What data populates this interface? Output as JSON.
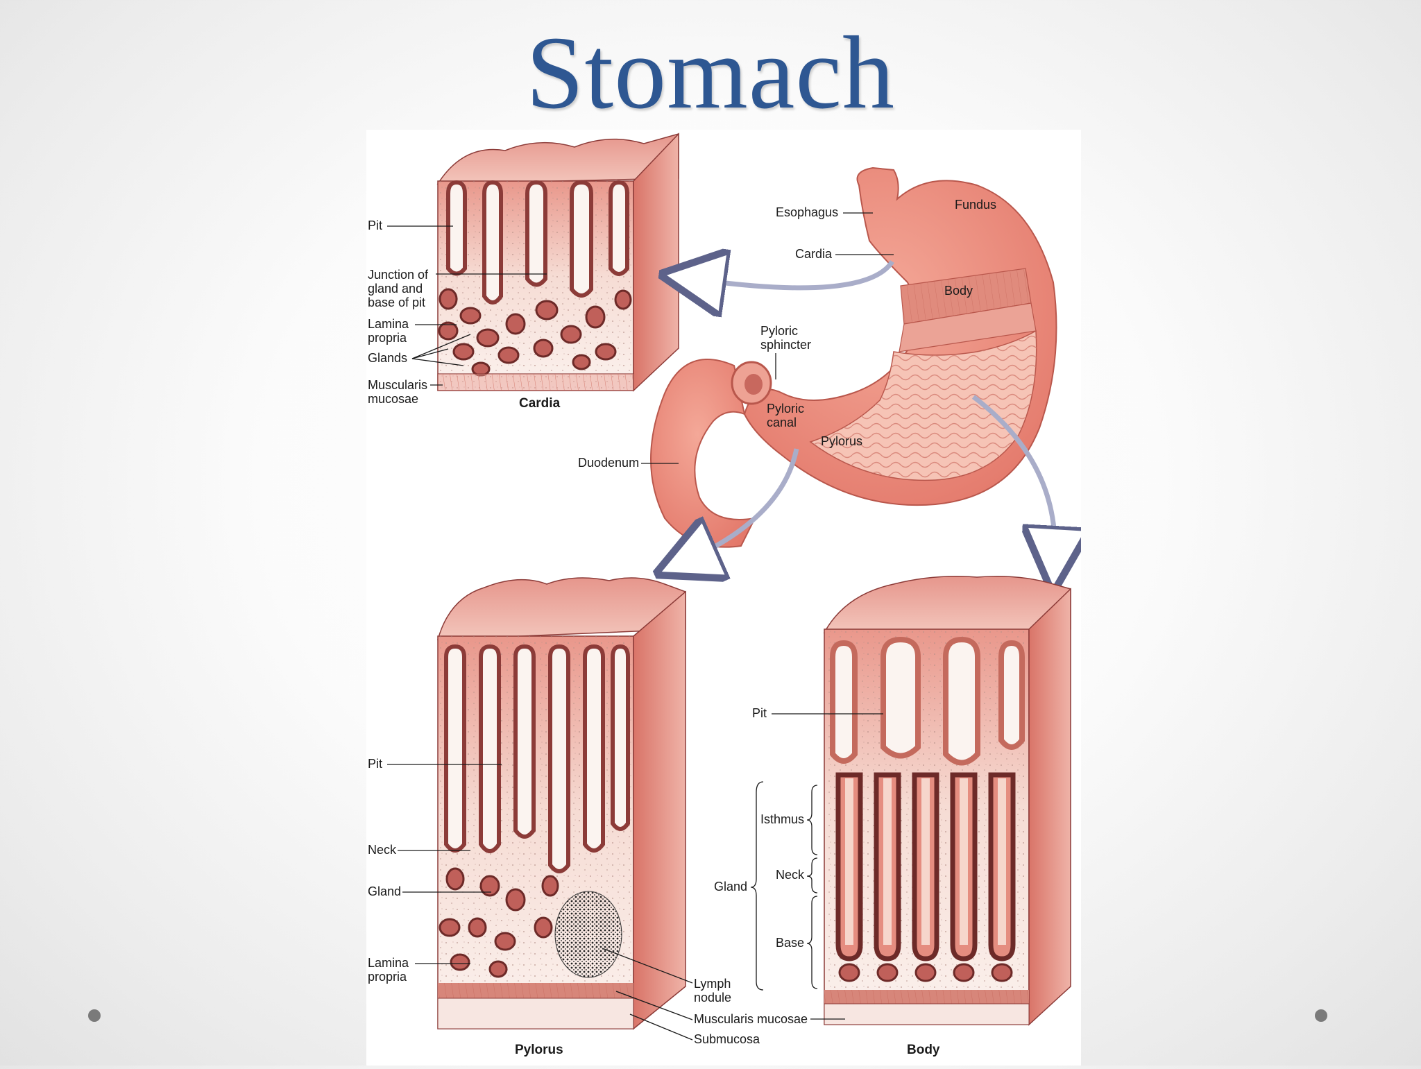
{
  "slide": {
    "title": "Stomach"
  },
  "stomach": {
    "esophagus": "Esophagus",
    "fundus": "Fundus",
    "cardia": "Cardia",
    "body": "Body",
    "pyloric_sphincter": [
      "Pyloric",
      "sphincter"
    ],
    "pyloric_canal": [
      "Pyloric",
      "canal"
    ],
    "pylorus": "Pylorus",
    "duodenum": "Duodenum"
  },
  "cardia_block": {
    "caption": "Cardia",
    "pit": "Pit",
    "junction": [
      "Junction of",
      "gland and",
      "base of pit"
    ],
    "lamina_propria": [
      "Lamina",
      "propria"
    ],
    "glands": "Glands",
    "muscularis_mucosae": [
      "Muscularis",
      "mucosae"
    ]
  },
  "pylorus_block": {
    "caption": "Pylorus",
    "pit": "Pit",
    "neck": "Neck",
    "gland": "Gland",
    "lamina_propria": [
      "Lamina",
      "propria"
    ],
    "lymph_nodule": [
      "Lymph",
      "nodule"
    ],
    "muscularis_mucosae": "Muscularis mucosae",
    "submucosa": "Submucosa"
  },
  "body_block": {
    "caption": "Body",
    "pit": "Pit",
    "isthmus": "Isthmus",
    "neck": "Neck",
    "gland": "Gland",
    "base": "Base"
  },
  "colors": {
    "title": "#2e5792",
    "tissue": "#e8887c",
    "tissue_dark": "#8c3b38",
    "tissue_light": "#f6d6cc",
    "arrow": "#a9adc9"
  }
}
